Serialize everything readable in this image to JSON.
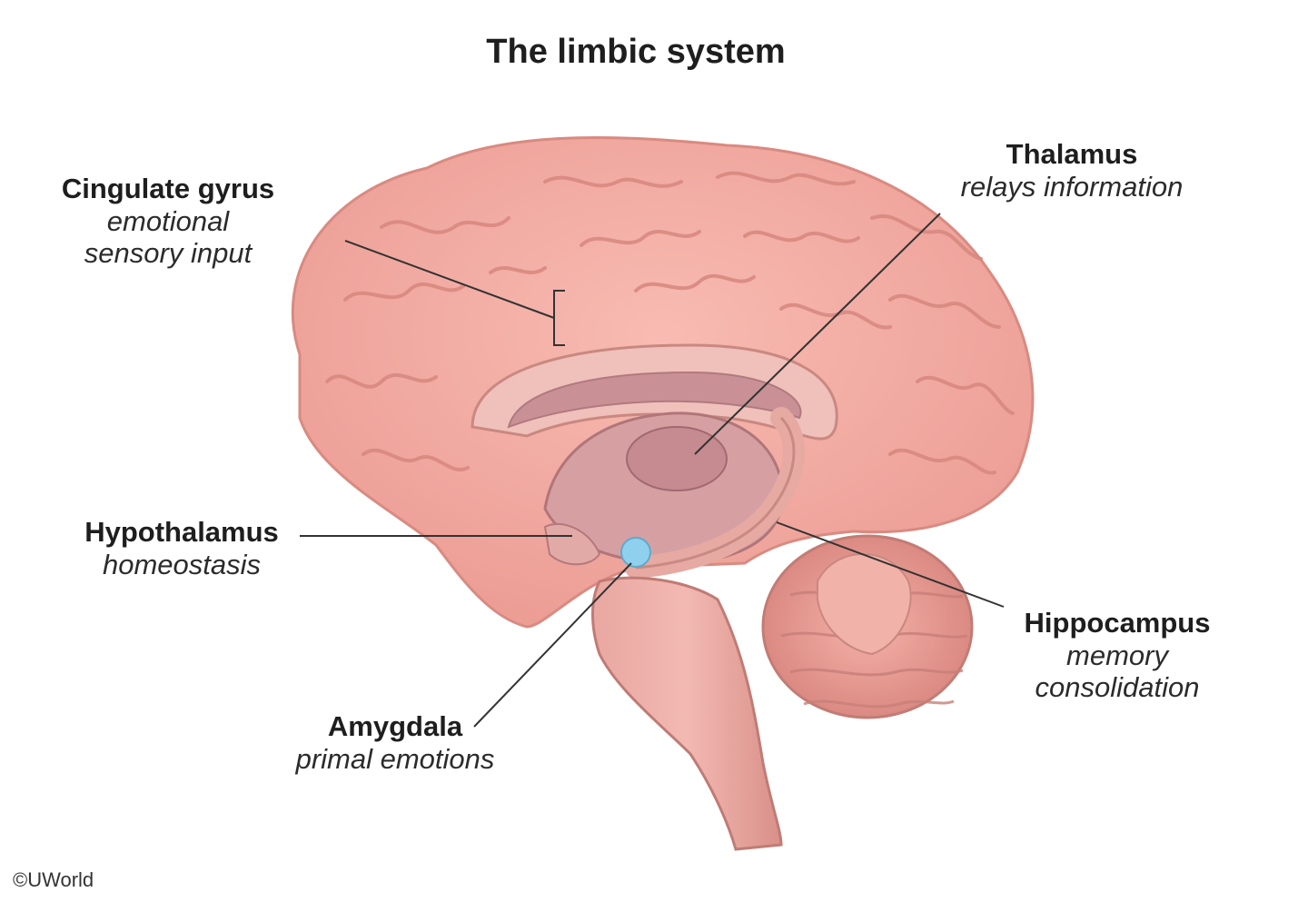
{
  "title": "The limbic system",
  "labels": {
    "cingulate": {
      "name": "Cingulate gyrus",
      "desc1": "emotional",
      "desc2": "sensory input"
    },
    "thalamus": {
      "name": "Thalamus",
      "desc1": "relays information"
    },
    "hypothalamus": {
      "name": "Hypothalamus",
      "desc1": "homeostasis"
    },
    "amygdala": {
      "name": "Amygdala",
      "desc1": "primal emotions"
    },
    "hippocampus": {
      "name": "Hippocampus",
      "desc1": "memory",
      "desc2": "consolidation"
    }
  },
  "copyright": "©UWorld",
  "colors": {
    "cortex": "#f3a9a0",
    "cortex_dark": "#d9837a",
    "inner": "#e9b4ae",
    "ventricle": "#c99196",
    "amygdala": "#8fd0ef",
    "leader_line": "#333333"
  }
}
